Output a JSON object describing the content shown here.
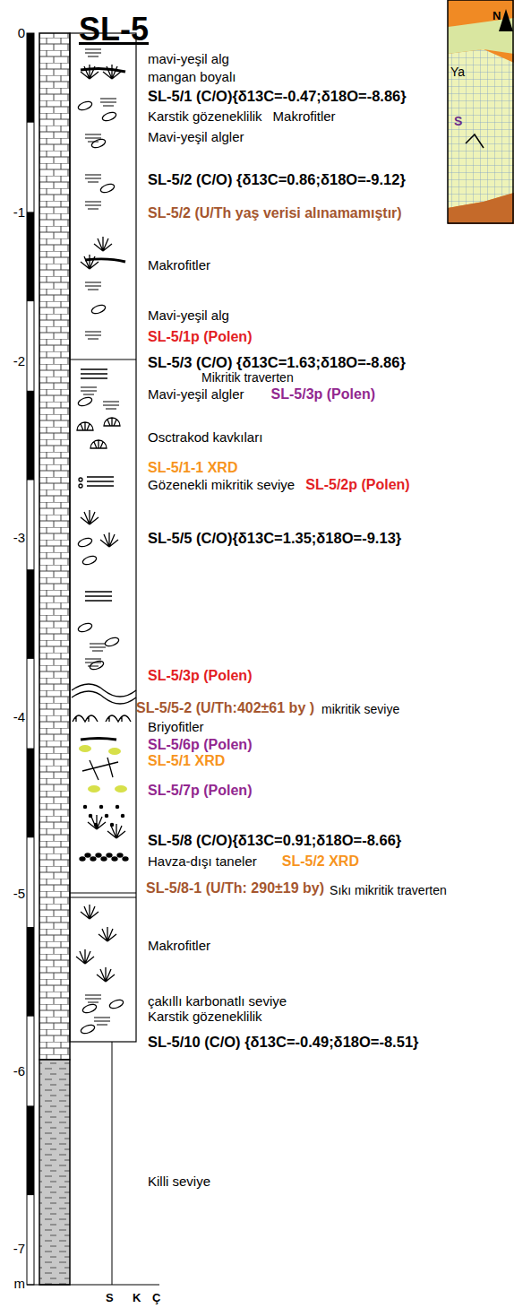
{
  "diagram": {
    "title": "SL-5",
    "labels": [
      "0",
      "-1",
      "-2",
      "-3",
      "-4",
      "-5",
      "-6",
      "-7",
      "m",
      "mavi-yeşil alg",
      "mangan boyalı",
      "SL-5/1 (C/O){δ13C=-0.47;δ18O=-8.86}",
      "Karstik gözeneklilik",
      "Makrofitler",
      "Mavi-yeşil algler",
      "SL-5/2 (C/O) {δ13C=0.86;δ18O=-9.12}",
      "SL-5/2 (U/Th yaş verisi alınamamıştır)",
      "Makrofitler",
      "Mavi-yeşil alg",
      "SL-5/1p (Polen)",
      "SL-5/3 (C/O) {δ13C=1.63;δ18O=-8.86}",
      "Mikritik traverten",
      "Mavi-yeşil algler",
      "SL-5/3p (Polen)",
      "Osctrakod kavkıları",
      "SL-5/1-1 XRD",
      "Gözenekli mikritik seviye",
      "SL-5/2p (Polen)",
      "SL-5/5 (C/O){δ13C=1.35;δ18O=-9.13}",
      "SL-5/3p (Polen)",
      "SL-5/5-2 (U/Th:402±61 by )",
      "mikritik seviye",
      "Briyofitler",
      "SL-5/6p (Polen)",
      "SL-5/1 XRD",
      "SL-5/7p (Polen)",
      "SL-5/8 (C/O){δ13C=0.91;δ18O=-8.66}",
      "Havza-dışı taneler",
      "SL-5/2 XRD",
      "SL-5/8-1 (U/Th: 290±19 by)",
      "Sıkı mikritik traverten",
      "Makrofitler",
      "çakıllı karbonatlı seviye",
      "Karstik gözeneklilik",
      "SL-5/10 (C/O) {δ13C=-0.49;δ18O=-8.51}",
      "Killi seviye",
      "S",
      "K",
      "Ç",
      "N",
      "Ya",
      "S"
    ]
  }
}
